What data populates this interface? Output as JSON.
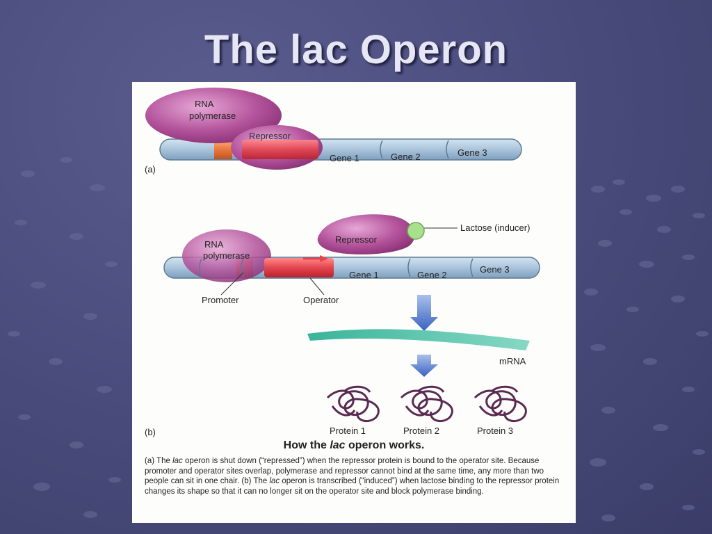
{
  "slide": {
    "title": "The lac Operon"
  },
  "panel_a": {
    "letter": "(a)",
    "rna_polymerase": [
      "RNA",
      "polymerase"
    ],
    "repressor": "Repressor",
    "genes": [
      "Gene 1",
      "Gene 2",
      "Gene 3"
    ]
  },
  "panel_b": {
    "letter": "(b)",
    "rna_polymerase": [
      "RNA",
      "polymerase"
    ],
    "repressor": "Repressor",
    "lactose": "Lactose (inducer)",
    "genes": [
      "Gene 1",
      "Gene 2",
      "Gene 3"
    ],
    "promoter": "Promoter",
    "operator": "Operator",
    "mrna": "mRNA",
    "proteins": [
      "Protein 1",
      "Protein 2",
      "Protein 3"
    ]
  },
  "caption": {
    "title_pre": "How the ",
    "title_em": "lac",
    "title_post": " operon works.",
    "a_label": "(a)",
    "a_pre": " The ",
    "a_em": "lac",
    "a_post": " operon is shut down (“repressed”) when the repressor protein is bound to the operator site. Because promoter and operator sites overlap, polymerase and repressor cannot bind at the same time, any more than two people can sit in one chair.",
    "b_label": "(b)",
    "b_pre": " The ",
    "b_em": "lac",
    "b_post": " operon is transcribed (“induced”) when lactose binding to the repressor protein changes its shape so that it can no longer sit on the operator site and block polymerase binding."
  },
  "colors": {
    "background": "#484a7a",
    "dna": "#a9c4dc",
    "protein": "#b4549c",
    "promoter": "#e8783c",
    "operator": "#e4454f",
    "lactose": "#a8e08c",
    "mrna": "#3ab49a",
    "arrow": "#4a72c8",
    "coil": "#5a2a52"
  }
}
